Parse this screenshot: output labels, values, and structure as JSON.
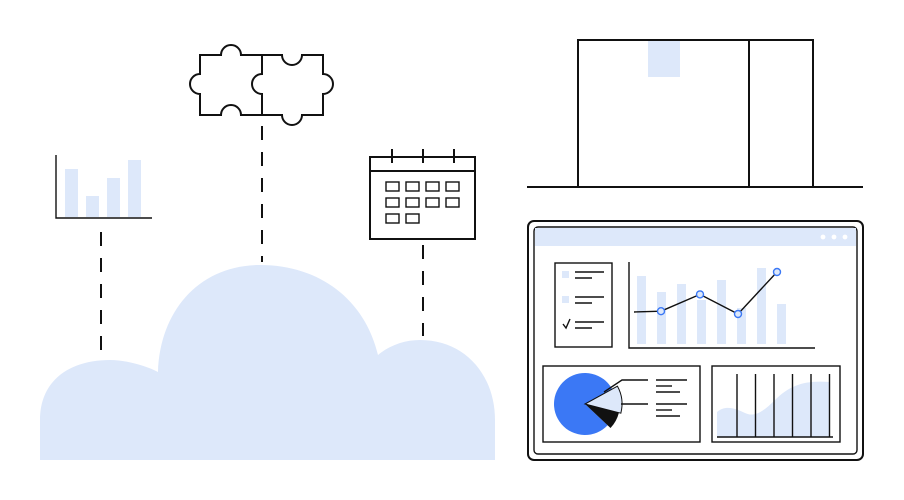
{
  "colors": {
    "stroke": "#111111",
    "tint": "#dde8fa",
    "accent": "#3b78f5",
    "background": "#ffffff"
  },
  "icons": {
    "cloud": "cloud-icon",
    "bar_chart": "bar-chart-icon",
    "puzzle": "puzzle-icon",
    "calendar": "calendar-icon",
    "box": "box-icon",
    "dashboard": "dashboard-window-icon",
    "pie_chart": "pie-chart-icon",
    "checklist": "checklist-icon"
  },
  "mini_bar_chart": {
    "values": [
      0.8,
      0.35,
      0.65,
      0.95
    ]
  },
  "calendar": {
    "rows": 3,
    "cols": 4,
    "cells": 10
  },
  "dashboard": {
    "window_dots": 3,
    "checklist_items": 3,
    "checked_item": 3,
    "bars": [
      0.85,
      0.65,
      0.75,
      0.55,
      0.8,
      0.45,
      0.95,
      0.5
    ],
    "line_points": [
      0.3,
      0.6,
      0.25,
      1.0
    ],
    "pie": {
      "main_fraction": 0.8,
      "tint_fraction": 0.12,
      "dark_fraction": 0.08
    },
    "area_columns": 6
  }
}
